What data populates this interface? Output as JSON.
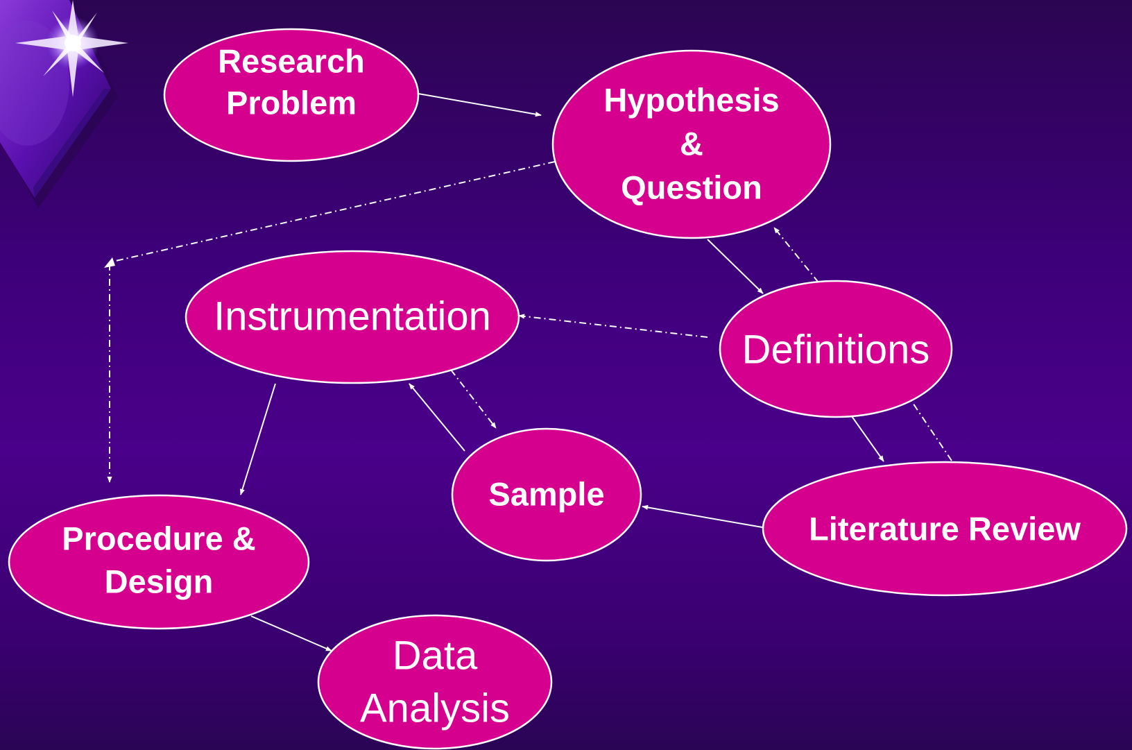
{
  "nodes": {
    "research_problem": [
      "Research",
      "Problem"
    ],
    "hypothesis_question": [
      "Hypothesis",
      "&",
      "Question"
    ],
    "instrumentation": [
      "Instrumentation"
    ],
    "definitions": [
      "Definitions"
    ],
    "sample": [
      "Sample"
    ],
    "literature_review": [
      "Literature Review"
    ],
    "procedure_design": [
      "Procedure &",
      "Design"
    ],
    "data_analysis": [
      "Data",
      "Analysis"
    ]
  },
  "colors": {
    "node_fill": "#d6008f",
    "node_stroke": "#ffffff",
    "arrow": "#ffffff",
    "background": "#3e007a"
  }
}
